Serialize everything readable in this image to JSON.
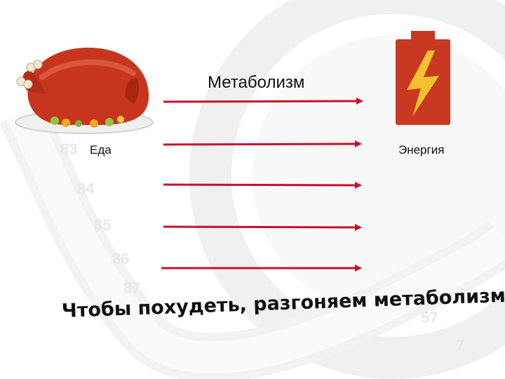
{
  "diagram": {
    "title": "Метаболизм",
    "food_label": "Еда",
    "energy_label": "Энергия",
    "caption": "Чтобы похудеть, разгоняем метаболизм",
    "arrow_count": 5
  },
  "icons": {
    "food": "roast-chicken-icon",
    "energy": "battery-lightning-icon",
    "background": "measuring-tape-and-scale-watermark"
  },
  "colors": {
    "arrow": "#c8102e",
    "chicken": "#c8351e",
    "battery": "#c93820",
    "lightning": "#f2c12e",
    "watermark": "#e6e6e6"
  }
}
